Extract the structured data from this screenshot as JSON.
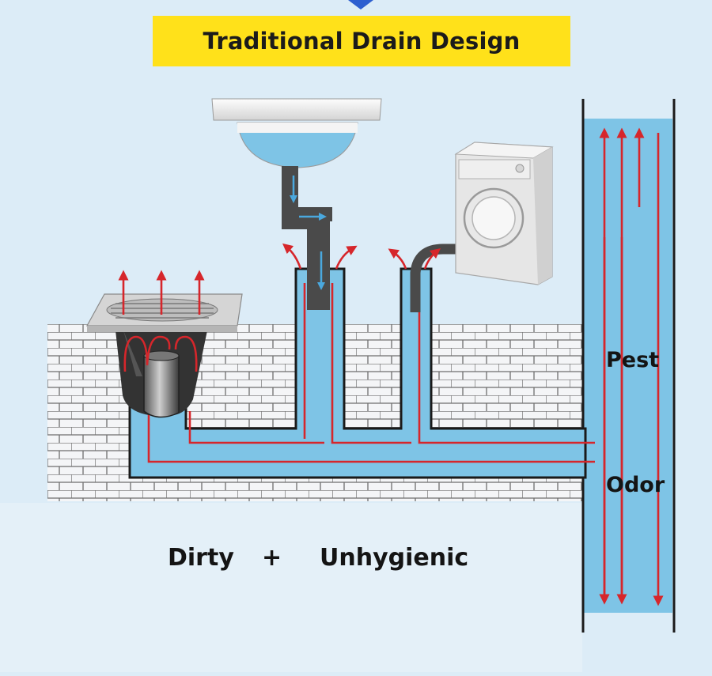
{
  "title": "Traditional Drain Design",
  "labels": {
    "pest": "Pest",
    "odor": "Odor",
    "dirty": "Dirty",
    "plus": "+",
    "unhygienic": "Unhygienic"
  },
  "colors": {
    "background": "#dcecf7",
    "banner": "#ffe11a",
    "water": "#7ec4e6",
    "flow_arrow": "#d6262b",
    "brick_wall": "#f4f5f7",
    "pipe_dark": "#4a4a4a"
  },
  "icons": [
    "washbasin-icon",
    "washing-machine-icon",
    "floor-drain-icon",
    "brick-wall-icon",
    "flow-arrow-icon"
  ]
}
